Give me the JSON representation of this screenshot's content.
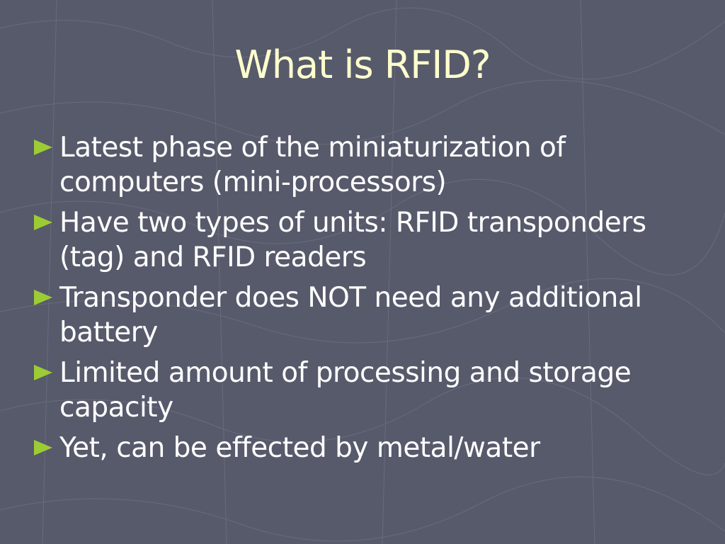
{
  "slide": {
    "title": "What is RFID?",
    "colors": {
      "background": "#575a6b",
      "title": "#ffffcc",
      "body_text": "#ffffff",
      "bullet_marker": "#9ccc33"
    },
    "bullets": [
      {
        "text": "Latest phase of the miniaturization of computers (mini-processors)",
        "icon": "triangle-bullet-icon"
      },
      {
        "text": "Have two types of units: RFID transponders (tag) and RFID readers",
        "icon": "triangle-bullet-icon"
      },
      {
        "text": "Transponder does NOT need any additional battery",
        "icon": "triangle-bullet-icon"
      },
      {
        "text": "Limited amount of processing and storage capacity",
        "icon": "triangle-bullet-icon"
      },
      {
        "text": "Yet, can be effected by metal/water",
        "icon": "triangle-bullet-icon"
      }
    ]
  }
}
